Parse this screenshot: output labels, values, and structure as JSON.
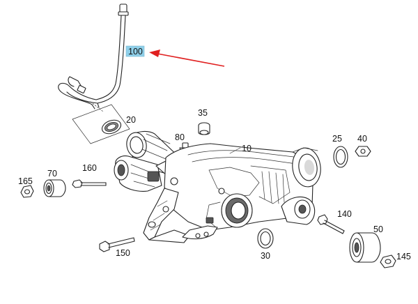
{
  "callouts": {
    "p10": "10",
    "p20": "20",
    "p25": "25",
    "p30": "30",
    "p35": "35",
    "p40": "40",
    "p50": "50",
    "p70": "70",
    "p80": "80",
    "p100": "100",
    "p140": "140",
    "p145": "145",
    "p150": "150",
    "p160": "160",
    "p165": "165"
  },
  "colors": {
    "highlight_fill": "#8fd0ea",
    "arrow": "#e02020",
    "line": "#222222",
    "background": "#ffffff"
  },
  "highlighted_part": "100"
}
